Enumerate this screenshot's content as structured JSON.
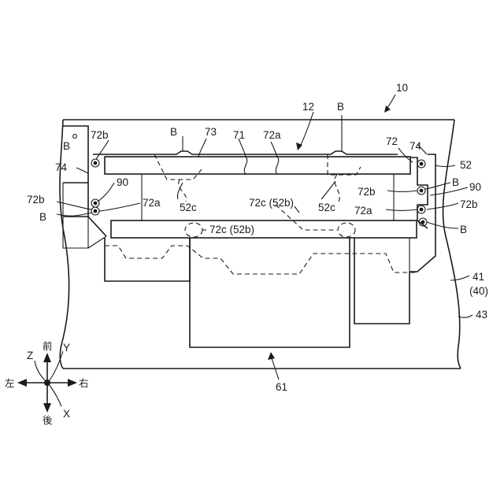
{
  "labels": {
    "ref_10": "10",
    "ref_12": "12",
    "ref_61": "61",
    "ref_41": "41",
    "ref_40": "(40)",
    "ref_43": "43",
    "ref_52": "52",
    "ref_73": "73",
    "ref_71": "71",
    "ref_72": "72",
    "ref_72a_top": "72a",
    "ref_72a_left": "72a",
    "ref_72a_right": "72a",
    "ref_72b_ul": "72b",
    "ref_72b_ll": "72b",
    "ref_72b_ur": "72b",
    "ref_72b_lr": "72b",
    "ref_74_left": "74",
    "ref_74_right": "74",
    "ref_90_left": "90",
    "ref_90_right": "90",
    "ref_52c_left": "52c",
    "ref_52c_right": "52c",
    "ref_72c_52b_upper": "72c (52b)",
    "ref_72c_52b_lower": "72c (52b)",
    "ref_B_top_left": "B",
    "ref_B_top_right": "B",
    "ref_B_upper_left": "B",
    "ref_B_lower_left": "B",
    "ref_B_upper_right": "B",
    "ref_B_lower_right": "B"
  },
  "axes": {
    "front": "前",
    "rear": "後",
    "left": "左",
    "right": "右",
    "z": "Z",
    "y": "Y",
    "x": "X"
  }
}
